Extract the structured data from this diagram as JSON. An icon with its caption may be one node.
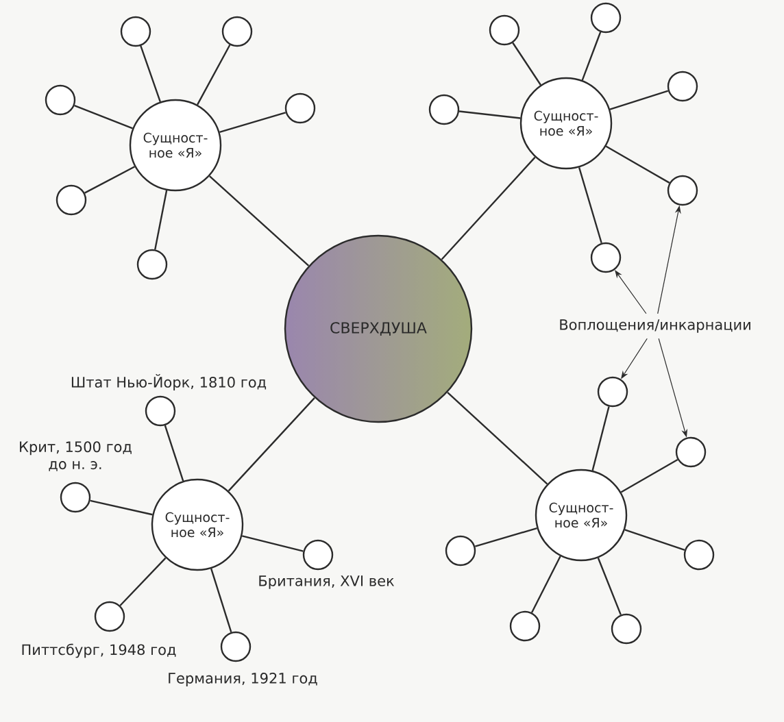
{
  "diagram": {
    "nodes": [
      {
        "text": [
          "Сущност- ное «Я»"
        ]
      },
      {
        "text": [],
        "shape": "circle"
      },
      {
        "text": [],
        "shape": "circle"
      },
      {
        "text": [],
        "shape": "circle"
      },
      {
        "text": [],
        "shape": "circle"
      },
      {
        "text": [],
        "shape": "circle"
      },
      {
        "text": [],
        "shape": "circle"
      },
      {
        "text": [
          "Сущност- ное «Я»"
        ]
      },
      {
        "text": [],
        "shape": "circle"
      },
      {
        "text": [],
        "shape": "circle"
      },
      {
        "text": [],
        "shape": "circle"
      },
      {
        "text": [],
        "shape": "circle"
      },
      {
        "text": [],
        "shape": "circle"
      },
      {
        "text": [],
        "shape": "circle"
      },
      {
        "text": [
          "СВЕРХДУША"
        ]
      },
      {
        "text": [
          "Воплощения/инкарнации"
        ]
      },
      {
        "text": [
          "Сущност- ное «Я»"
        ]
      },
      {
        "text": [],
        "shape": "circle",
        "beside": [
          "Штат Нью-Йорк, 1810 год"
        ]
      },
      {
        "text": [],
        "shape": "circle",
        "beside": [
          "Крит, 1500 год до н. э."
        ]
      },
      {
        "text": [],
        "shape": "circle",
        "beside": [
          "Британия, XVI век"
        ]
      },
      {
        "text": [],
        "shape": "circle",
        "beside": [
          "Питтсбург, 1948 год"
        ]
      },
      {
        "text": [],
        "shape": "circle",
        "beside": [
          "Германия, 1921 год"
        ]
      },
      {
        "text": [
          "Сущност- ное «Я»"
        ]
      },
      {
        "text": [],
        "shape": "circle"
      },
      {
        "text": [],
        "shape": "circle"
      },
      {
        "text": [],
        "shape": "circle"
      },
      {
        "text": [],
        "shape": "circle"
      },
      {
        "text": [],
        "shape": "circle"
      },
      {
        "text": [],
        "shape": "circle"
      }
    ],
    "edges": [
      {
        "from": 14,
        "to": 0,
        "arrow": "none"
      },
      {
        "from": 14,
        "to": 7,
        "arrow": "none"
      },
      {
        "from": 14,
        "to": 16,
        "arrow": "none"
      },
      {
        "from": 14,
        "to": 22,
        "arrow": "none"
      },
      {
        "from": 0,
        "to": 1,
        "arrow": "none"
      },
      {
        "from": 0,
        "to": 2,
        "arrow": "none"
      },
      {
        "from": 0,
        "to": 3,
        "arrow": "none"
      },
      {
        "from": 0,
        "to": 4,
        "arrow": "none"
      },
      {
        "from": 0,
        "to": 5,
        "arrow": "none"
      },
      {
        "from": 0,
        "to": 6,
        "arrow": "none"
      },
      {
        "from": 7,
        "to": 8,
        "arrow": "none"
      },
      {
        "from": 7,
        "to": 9,
        "arrow": "none"
      },
      {
        "from": 7,
        "to": 10,
        "arrow": "none"
      },
      {
        "from": 7,
        "to": 11,
        "arrow": "none"
      },
      {
        "from": 7,
        "to": 12,
        "arrow": "none"
      },
      {
        "from": 7,
        "to": 13,
        "arrow": "none"
      },
      {
        "from": 16,
        "to": 17,
        "arrow": "none"
      },
      {
        "from": 16,
        "to": 18,
        "arrow": "none"
      },
      {
        "from": 16,
        "to": 19,
        "arrow": "none"
      },
      {
        "from": 16,
        "to": 20,
        "arrow": "none"
      },
      {
        "from": 16,
        "to": 21,
        "arrow": "none"
      },
      {
        "from": 22,
        "to": 23,
        "arrow": "none"
      },
      {
        "from": 22,
        "to": 24,
        "arrow": "none"
      },
      {
        "from": 22,
        "to": 25,
        "arrow": "none"
      },
      {
        "from": 22,
        "to": 26,
        "arrow": "none"
      },
      {
        "from": 22,
        "to": 27,
        "arrow": "none"
      },
      {
        "from": 22,
        "to": 28,
        "arrow": "none"
      },
      {
        "from": 15,
        "to": 12,
        "arrow": "to"
      },
      {
        "from": 15,
        "to": 13,
        "arrow": "to"
      },
      {
        "from": 15,
        "to": 23,
        "arrow": "to"
      },
      {
        "from": 15,
        "to": 24,
        "arrow": "to"
      }
    ]
  }
}
